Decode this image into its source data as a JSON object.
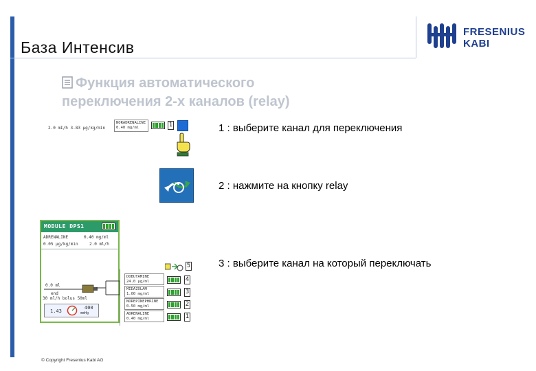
{
  "page": {
    "title": "База Интенсив",
    "subtitle_line1": "Функция автоматического",
    "subtitle_line2": "переключения 2-х каналов (relay)",
    "footer": "© Copyright Fresenius Kabi AG"
  },
  "logo": {
    "line1": "FRESENIUS",
    "line2": "KABI",
    "color": "#1f3f8f"
  },
  "steps": [
    {
      "text": "1 : выберите канал для переключения"
    },
    {
      "text": "2 : нажмите на кнопку relay"
    },
    {
      "text": "3 : выберите канал на который переключать"
    }
  ],
  "step1_screen": {
    "rate_text": "2.0 mI/h  3.83 µg/kg/min",
    "drug_name": "NORADRENALINE",
    "drug_conc": "0.40 mg/ml",
    "channel_number": "1"
  },
  "module": {
    "title": "MODULE DPS1",
    "row1_name": "ADRENALINE",
    "row1_conc": "0.40 mg/ml",
    "row2_left": "0.05 µg/kg/min",
    "row2_right": "2.0 ml/h",
    "pump_text1": "0.0 ml",
    "pump_text2": "end",
    "pump_text3": "30 ml/h bolus 50ml",
    "gauge_value": "400",
    "gauge_left": "1.43",
    "gauge_unit": "mmHg"
  },
  "channels": [
    {
      "name": "DOBUTAMINE",
      "conc": "24.0 µg/ml",
      "number": "4"
    },
    {
      "name": "MIDAZOLAM",
      "conc": "1.00 mg/ml",
      "number": "3"
    },
    {
      "name": "NOREPINEPHRINE",
      "conc": "0.50 mg/ml",
      "number": "2"
    },
    {
      "name": "ADRENALINE",
      "conc": "0.40 mg/ml",
      "number": "1"
    }
  ],
  "relay_target_number": "5",
  "colors": {
    "accent_blue": "#2a5caa",
    "button_blue": "#2470b8",
    "battery_green": "#2ea12e",
    "module_green": "#2d9a6a"
  }
}
